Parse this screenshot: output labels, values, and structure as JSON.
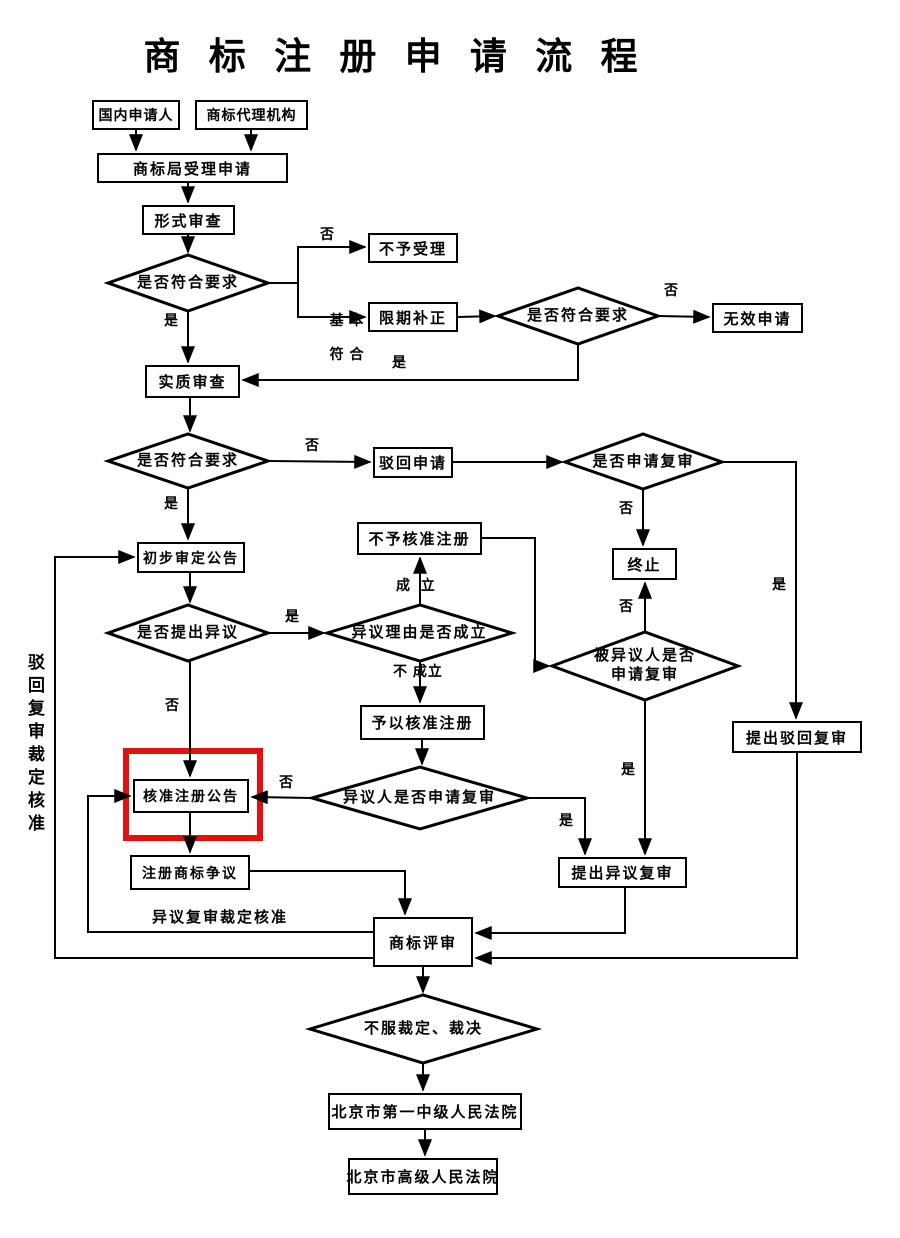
{
  "title": "商 标 注 册 申 请 流 程",
  "highlight_color": "#e01111",
  "nodes": {
    "domestic_applicant": "国内申请人",
    "agency": "商标代理机构",
    "office_accept": "商标局受理申请",
    "formal_exam": "形式审查",
    "not_accepted": "不予受理",
    "correction": "限期补正",
    "invalid_application": "无效申请",
    "substantive_exam": "实质审查",
    "reject_application": "驳回申请",
    "terminate": "终止",
    "preliminary_announcement": "初步审定公告",
    "registration_not_approved": "不予核准注册",
    "registration_approved": "予以核准注册",
    "approval_announcement": "核准注册公告",
    "registered_trademark_dispute": "注册商标争议",
    "file_objection_review": "提出异议复审",
    "file_rejection_review": "提出驳回复审",
    "trademark_review": "商标评审",
    "court_intermediate": "北京市第一中级人民法院",
    "court_higher": "北京市高级人民法院",
    "meet_requirements": "是否符合要求",
    "apply_review": "是否申请复审",
    "objection_raised": "是否提出异议",
    "objection_valid": "异议理由是否成立",
    "opposed_party_review_line1": "被异议人是否",
    "opposed_party_review_line2": "申请复审",
    "objector_review": "异议人是否申请复审",
    "dissatisfied": "不服裁定、裁决"
  },
  "edge_labels": {
    "yes": "是",
    "no": "否",
    "basically": "基 本",
    "conform": "符 合",
    "valid": "成  立",
    "invalid": "不 成立",
    "objection_review_approved": "异议复审裁定核准",
    "rejection_review_approved": "驳回复审裁定核准"
  }
}
